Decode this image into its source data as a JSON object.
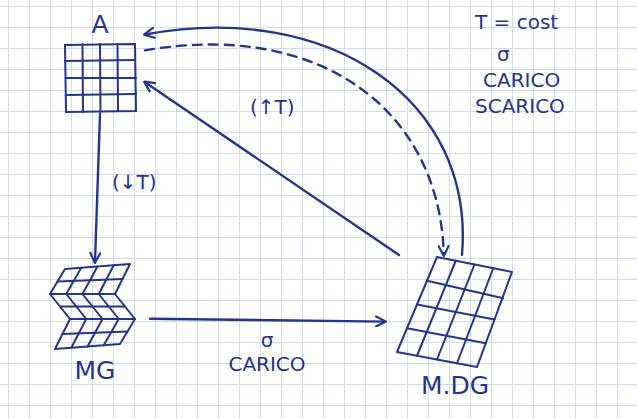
{
  "diagram": {
    "nodes": [
      {
        "text": [
          "A"
        ]
      },
      {
        "text": [
          "MG"
        ]
      },
      {
        "text": [
          "M.DG"
        ]
      }
    ],
    "edges": [
      {
        "from": 0,
        "to": 1,
        "arrow": "to",
        "label": "(↓T)"
      },
      {
        "from": 1,
        "to": 2,
        "arrow": "to",
        "label": "σ CARICO"
      },
      {
        "from": 2,
        "to": 0,
        "arrow": "to",
        "label": "(↑T)"
      },
      {
        "from": 2,
        "to": 0,
        "arrow": "to"
      },
      {
        "from": 0,
        "to": 2,
        "arrow": "to"
      }
    ],
    "labels": [
      "T = cost",
      "σ",
      "CARICO",
      "SCARICO"
    ]
  }
}
